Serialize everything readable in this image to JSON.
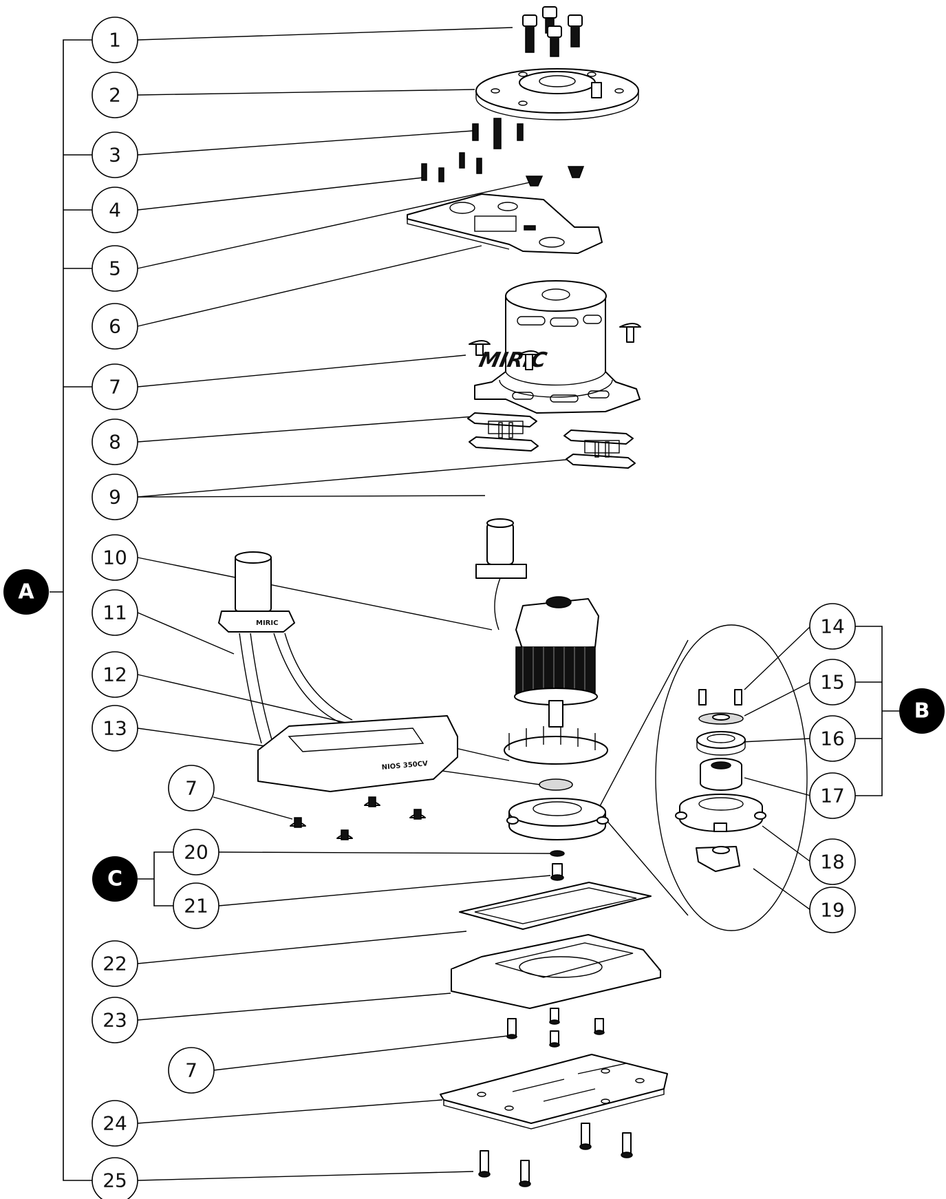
{
  "groups": [
    {
      "id": "A",
      "label": "A"
    },
    {
      "id": "B",
      "label": "B"
    },
    {
      "id": "C",
      "label": "C"
    }
  ],
  "callouts": [
    {
      "id": "c1",
      "label": "1"
    },
    {
      "id": "c2",
      "label": "2"
    },
    {
      "id": "c3",
      "label": "3"
    },
    {
      "id": "c4",
      "label": "4"
    },
    {
      "id": "c5",
      "label": "5"
    },
    {
      "id": "c6",
      "label": "6"
    },
    {
      "id": "c7a",
      "label": "7"
    },
    {
      "id": "c8",
      "label": "8"
    },
    {
      "id": "c9",
      "label": "9"
    },
    {
      "id": "c10",
      "label": "10"
    },
    {
      "id": "c11",
      "label": "11"
    },
    {
      "id": "c12",
      "label": "12"
    },
    {
      "id": "c13",
      "label": "13"
    },
    {
      "id": "c7b",
      "label": "7"
    },
    {
      "id": "c20",
      "label": "20"
    },
    {
      "id": "c21",
      "label": "21"
    },
    {
      "id": "c22",
      "label": "22"
    },
    {
      "id": "c23",
      "label": "23"
    },
    {
      "id": "c7c",
      "label": "7"
    },
    {
      "id": "c24",
      "label": "24"
    },
    {
      "id": "c25",
      "label": "25"
    },
    {
      "id": "c14",
      "label": "14"
    },
    {
      "id": "c15",
      "label": "15"
    },
    {
      "id": "c16",
      "label": "16"
    },
    {
      "id": "c17",
      "label": "17"
    },
    {
      "id": "c18",
      "label": "18"
    },
    {
      "id": "c19",
      "label": "19"
    }
  ],
  "logo_text": "MIRIC",
  "base_marking": "NIOS 350CV",
  "mount_marking": "MIRIC"
}
